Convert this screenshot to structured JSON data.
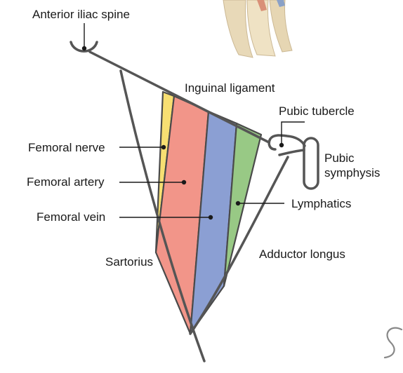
{
  "labels": {
    "anterior_iliac_spine": "Anterior iliac spine",
    "inguinal_ligament": "Inguinal ligament",
    "pubic_tubercle": "Pubic tubercle",
    "pubic_symphysis_line1": "Pubic",
    "pubic_symphysis_line2": "symphysis",
    "femoral_nerve": "Femoral nerve",
    "femoral_artery": "Femoral artery",
    "femoral_vein": "Femoral vein",
    "lymphatics": "Lymphatics",
    "sartorius": "Sartorius",
    "adductor_longus": "Adductor longus"
  },
  "colors": {
    "femoral_nerve": "#f7df72",
    "femoral_artery": "#f29589",
    "femoral_vein": "#8b9fd3",
    "lymphatics": "#98c985",
    "outline": "#555555",
    "bone": "#e8d9b8"
  }
}
